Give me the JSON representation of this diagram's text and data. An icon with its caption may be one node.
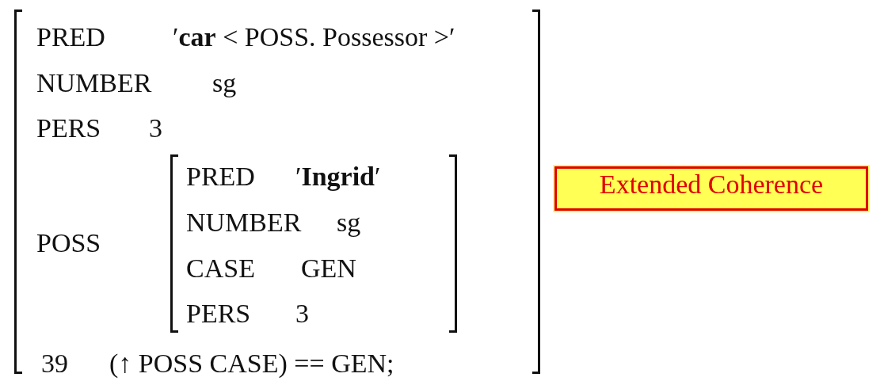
{
  "diagram": {
    "nodes": [
      {
        "text": [
          "PRED",
          "′**car** < POSS. Possessor >′",
          "NUMBER",
          "sg",
          "PERS",
          "3",
          "POSS",
          "39",
          "(↑ POSS CASE) == GEN;"
        ]
      },
      {
        "text": [
          "PRED",
          "′**Ingrid**′",
          "NUMBER",
          "sg",
          "CASE",
          "GEN",
          "PERS",
          "3"
        ],
        "in": 0
      },
      {
        "text": [
          "Extended Coherence"
        ]
      }
    ]
  }
}
